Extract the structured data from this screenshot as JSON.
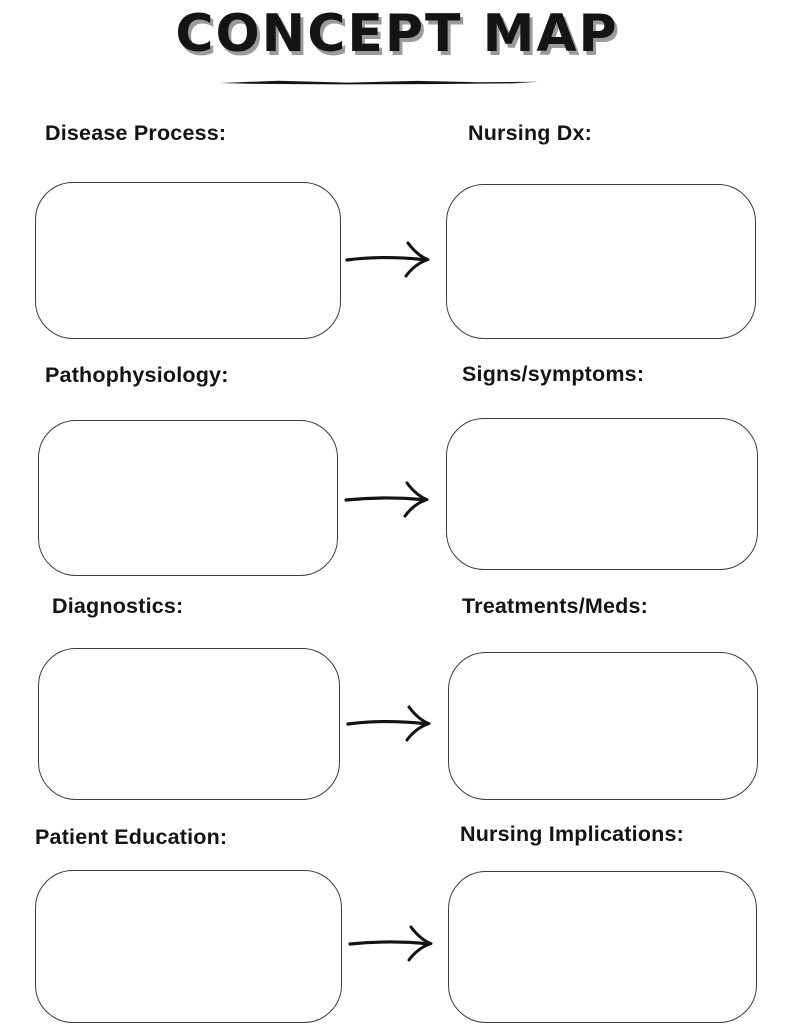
{
  "title": "CONCEPT MAP",
  "rows": [
    {
      "left_label": "Disease Process:",
      "right_label": "Nursing Dx:"
    },
    {
      "left_label": "Pathophysiology:",
      "right_label": "Signs/symptoms:"
    },
    {
      "left_label": "Diagnostics:",
      "right_label": "Treatments/Meds:"
    },
    {
      "left_label": "Patient Education:",
      "right_label": "Nursing Implications:"
    }
  ],
  "icons": {
    "flow_arrow": "hand-drawn right arrow",
    "title_underline": "hand-drawn horizontal stroke"
  },
  "colors": {
    "background": "#ffffff",
    "text": "#141414",
    "title_shadow": "#9b9b9b",
    "box_border": "#3d3d3d",
    "arrow": "#121212"
  }
}
